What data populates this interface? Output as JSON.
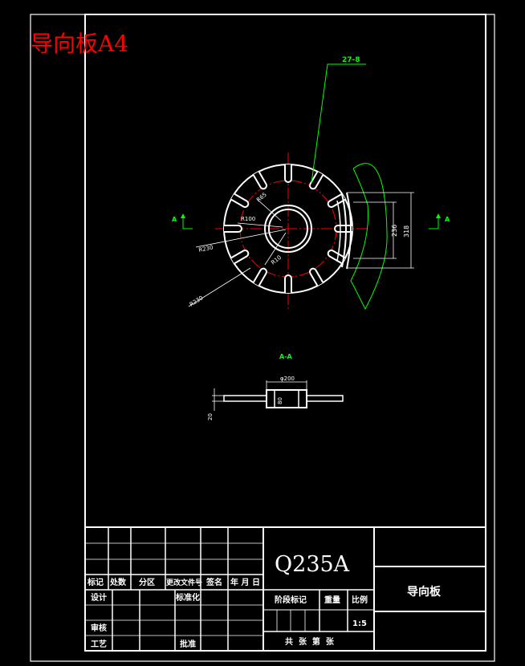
{
  "drawing": {
    "title_label": "导向板A4",
    "colors": {
      "background": "#000000",
      "lines": "#ffffff",
      "title_red": "#ff0000",
      "centerline": "#ff0000",
      "leader": "#00ff00",
      "section_green": "#00ff00",
      "dimension": "#ffffff"
    }
  },
  "views": {
    "front": {
      "leader_label": "27-8",
      "dimensions": [
        "R65",
        "R100",
        "R230",
        "R10",
        "R230"
      ],
      "height_dims": [
        "236",
        "318"
      ],
      "section_mark_left": "A",
      "section_mark_right": "A"
    },
    "section": {
      "title": "A-A",
      "diameter": "φ200",
      "thickness": "20",
      "hub_dim": "80"
    }
  },
  "title_block": {
    "material": "Q235A",
    "part_name": "导向板",
    "scale": "1:5",
    "rev_headers": [
      "标记",
      "处数",
      "分区",
      "更改文件号",
      "签名",
      "年 月 日"
    ],
    "row_labels": {
      "design": "设计",
      "standardize": "标准化",
      "review": "审核",
      "process": "工艺",
      "approve": "批准"
    },
    "stage_label": "阶段标记",
    "weight_label": "重量",
    "ratio_label": "比例",
    "sheets_label": "共  张  第  张"
  }
}
